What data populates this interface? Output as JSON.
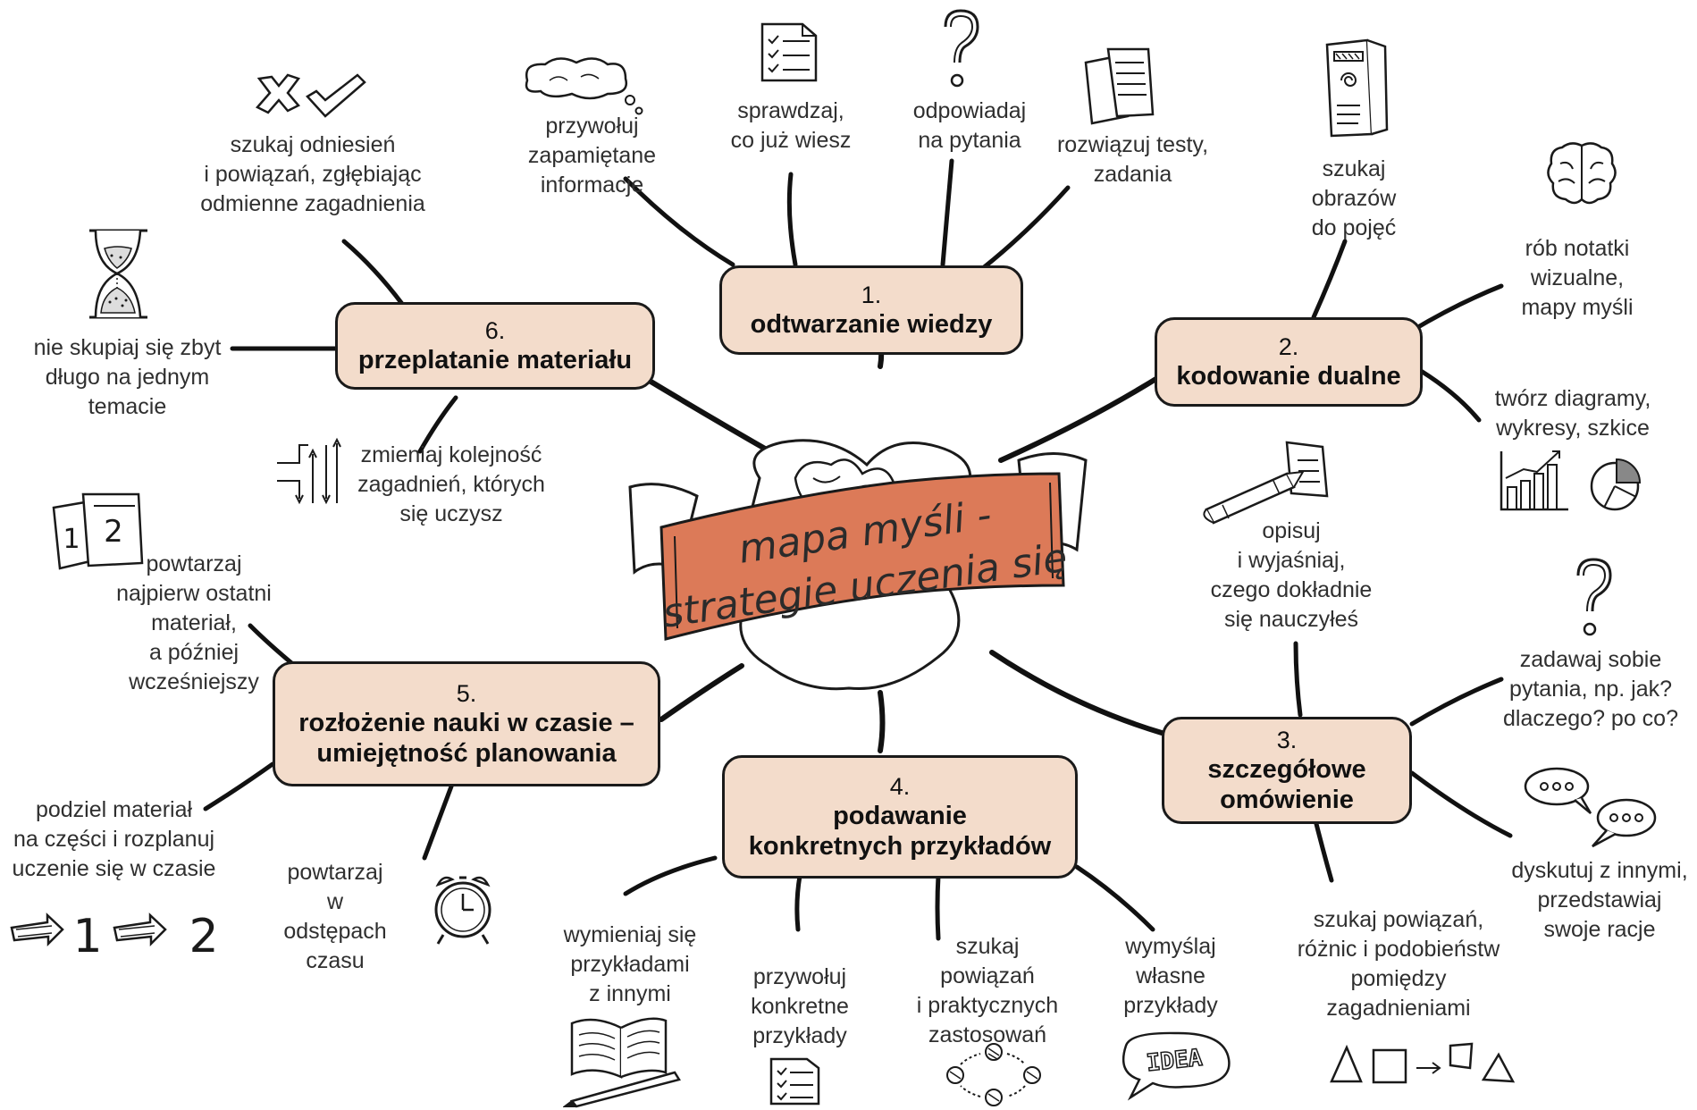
{
  "center": {
    "title_line1": "mapa myśli -",
    "title_line2": "strategie uczenia się"
  },
  "colors": {
    "box_fill": "#f3dccb",
    "banner_fill": "#dc7a58",
    "stroke": "#1a1a1a"
  },
  "nodes": [
    {
      "num": "1.",
      "title": "odtwarzanie wiedzy",
      "leaves": [
        "przywołuj\nzapamiętane\ninformacje",
        "sprawdzaj,\nco już wiesz",
        "odpowiadaj\nna pytania",
        "rozwiązuj testy,\nzadania"
      ]
    },
    {
      "num": "2.",
      "title": "kodowanie dualne",
      "leaves": [
        "szukaj\nobrazów\ndo pojęć",
        "rób notatki\nwizualne,\nmapy myśli",
        "twórz diagramy,\nwykresy, szkice"
      ]
    },
    {
      "num": "3.",
      "title": "szczegółowe\nomówienie",
      "leaves": [
        "opisuj\ni wyjaśniaj,\nczego dokładnie\nsię nauczyłeś",
        "zadawaj sobie\npytania, np. jak?\ndlaczego? po co?",
        "dyskutuj z innymi,\nprzedstawiaj\nswoje racje",
        "szukaj powiązań,\nróżnic i podobieństw\npomiędzy\nzagadnieniami"
      ]
    },
    {
      "num": "4.",
      "title": "podawanie\nkonkretnych przykładów",
      "leaves": [
        "wymieniaj się\nprzykładami\nz innymi",
        "przywołuj\nkonkretne\nprzykłady",
        "szukaj\npowiązań\ni praktycznych\nzastosowań",
        "wymyślaj\nwłasne\nprzykłady"
      ]
    },
    {
      "num": "5.",
      "title": "rozłożenie nauki w czasie –\numiejętność planowania",
      "leaves": [
        "powtarzaj\nnajpierw ostatni\nmateriał,\na później\nwcześniejszy",
        "podziel materiał\nna części i rozplanuj\nuczenie się w czasie",
        "powtarzaj\nw odstępach\nczasu"
      ]
    },
    {
      "num": "6.",
      "title": "przeplatanie materiału",
      "leaves": [
        "szukaj odniesień\ni powiązań, zgłębiając\nodmienne zagadnienia",
        "nie skupiaj się zbyt\ndługo na jednym\ntemacie",
        "zmieniaj kolejność\nzagadnień, których\nsię uczysz"
      ]
    }
  ],
  "icon_text": {
    "calendar_page1": "1",
    "calendar_page2": "2",
    "step1": "1",
    "step2": "2",
    "idea": "IDEA"
  },
  "icons": [
    "thought-cloud-icon",
    "checklist-icon",
    "question-mark-icon",
    "documents-icon",
    "brochure-icon",
    "brain-icon",
    "bar-chart-icon",
    "pie-chart-icon",
    "pencil-document-icon",
    "speech-bubbles-icon",
    "shapes-icon",
    "idea-bubble-icon",
    "cycle-icon",
    "book-pen-icon",
    "alarm-clock-icon",
    "arrows-steps-icon",
    "calendar-pages-icon",
    "shuffle-arrows-icon",
    "hourglass-icon",
    "cross-check-icon"
  ]
}
